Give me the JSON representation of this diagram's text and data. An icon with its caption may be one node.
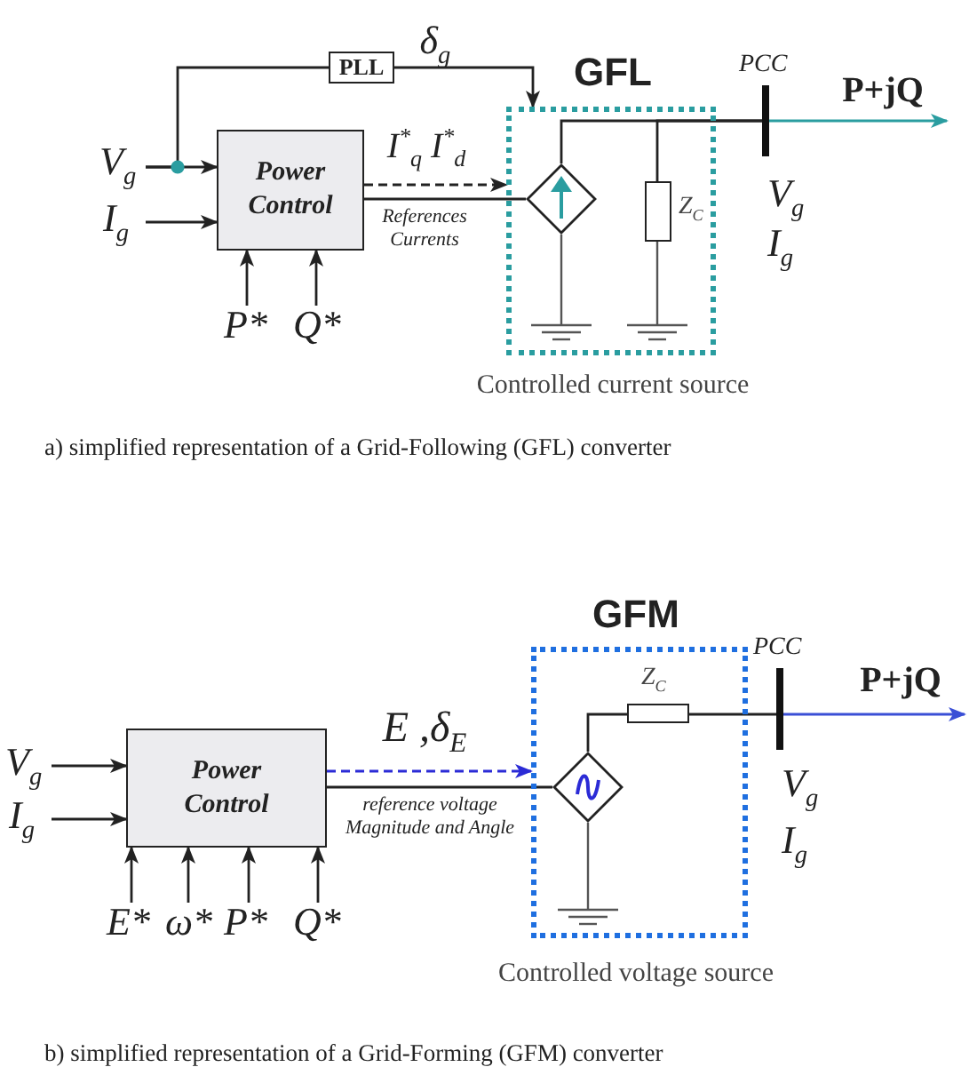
{
  "diagram": {
    "nodes": [
      {
        "text": [
          "Power Control"
        ]
      },
      {
        "text": [
          "PLL"
        ]
      },
      {
        "text": [
          "GFL"
        ],
        "beside": [
          "Controlled current source"
        ]
      },
      {
        "text": [],
        "shape": "diamond",
        "in": 2
      },
      {
        "text": [],
        "shape": "box",
        "in": 2,
        "beside": [
          "Z$_{C}$"
        ]
      },
      {
        "text": [],
        "shape": "bar",
        "beside": [
          "PCC",
          "V$_{g}$",
          "I$_{g}$"
        ]
      },
      {
        "text": [
          "V$_{g}$"
        ]
      },
      {
        "text": [
          "I$_{g}$"
        ]
      },
      {
        "text": [
          "P*"
        ]
      },
      {
        "text": [
          "Q*"
        ]
      },
      {
        "text": [
          "Power Control"
        ]
      },
      {
        "text": [
          "GFM"
        ],
        "beside": [
          "Controlled voltage source"
        ]
      },
      {
        "text": [],
        "shape": "diamond",
        "in": 11
      },
      {
        "text": [],
        "shape": "box",
        "in": 11,
        "beside": [
          "Z$_{C}$"
        ]
      },
      {
        "text": [],
        "shape": "bar",
        "beside": [
          "PCC",
          "V$_{g}$",
          "I$_{g}$"
        ]
      },
      {
        "text": [
          "V$_{g}$"
        ]
      },
      {
        "text": [
          "I$_{g}$"
        ]
      },
      {
        "text": [
          "E*"
        ]
      },
      {
        "text": [
          "ω*"
        ]
      },
      {
        "text": [
          "P*"
        ]
      },
      {
        "text": [
          "Q*"
        ]
      }
    ],
    "edges": [
      {
        "from": 6,
        "to": 0,
        "arrow": "to"
      },
      {
        "from": 6,
        "to": 1,
        "arrow": "none"
      },
      {
        "from": 1,
        "to": 2,
        "arrow": "to",
        "label": "δ$_{g}$"
      },
      {
        "from": 7,
        "to": 0,
        "arrow": "to"
      },
      {
        "from": 8,
        "to": 0,
        "arrow": "to"
      },
      {
        "from": 9,
        "to": 0,
        "arrow": "to"
      },
      {
        "from": 0,
        "to": 2,
        "arrow": "to",
        "style": "dashed",
        "label": "I$^{*}$$_{q}$  I$^{*}$$_{d}$"
      },
      {
        "from": 0,
        "to": 3,
        "arrow": "none",
        "label": "References Currents"
      },
      {
        "from": 3,
        "to": 5,
        "arrow": "none"
      },
      {
        "from": 4,
        "to": 5,
        "arrow": "none"
      },
      {
        "from": 5,
        "to": null,
        "arrow": "to",
        "label": "P+jQ",
        "color": "#2a9da0"
      },
      {
        "from": 15,
        "to": 10,
        "arrow": "to"
      },
      {
        "from": 16,
        "to": 10,
        "arrow": "to"
      },
      {
        "from": 17,
        "to": 10,
        "arrow": "to"
      },
      {
        "from": 18,
        "to": 10,
        "arrow": "to"
      },
      {
        "from": 19,
        "to": 10,
        "arrow": "to"
      },
      {
        "from": 20,
        "to": 10,
        "arrow": "to"
      },
      {
        "from": 10,
        "to": 11,
        "arrow": "to",
        "style": "dashed",
        "color": "#2b2bd6",
        "label": "E ,δ$_{E}$"
      },
      {
        "from": 10,
        "to": 12,
        "arrow": "none",
        "label": "reference voltage Magnitude and Angle"
      },
      {
        "from": 12,
        "to": 13,
        "arrow": "none"
      },
      {
        "from": 13,
        "to": 14,
        "arrow": "none"
      },
      {
        "from": 14,
        "to": null,
        "arrow": "to",
        "label": "P+jQ",
        "color": "#3a4fd6"
      }
    ],
    "labels": [
      "a)  simplified representation of a Grid-Following (GFL) converter",
      "b)  simplified representation of a Grid-Forming (GFM) converter"
    ]
  }
}
